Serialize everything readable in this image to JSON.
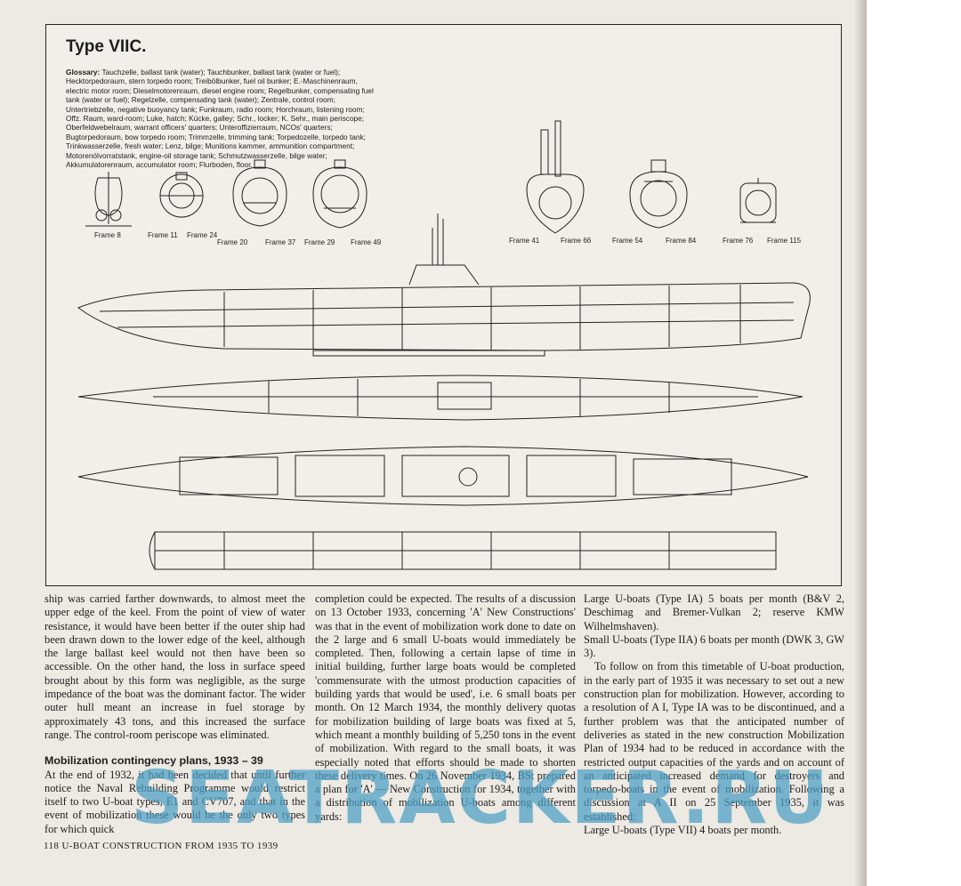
{
  "plate": {
    "title": "Type VIIC.",
    "glossary_label": "Glossary:",
    "glossary_text": "Tauchzelle, ballast tank (water); Tauchbunker, ballast tank (water or fuel); Hecktorpedoraum, stern torpedo room; Treibölbunker, fuel oil bunker; E.-Maschinenraum, electric motor room; Dieselmotorenraum, diesel engine room; Regelbunker, compensating fuel tank (water or fuel); Regelzelle, compensating tank (water); Zentrale, control room; Untertriebzelle, negative buoyancy tank; Funkraum, radio room; Horchraum, listening room; Offz. Raum, ward-room; Luke, hatch; Kücke, galley; Schr., locker; K. Sehr., main periscope; Oberfeldwebelraum, warrant officers' quarters; Unteroffizierraum, NCOs' quarters; Bugtorpedoraum, bow torpedo room; Trimmzelle, trimming tank; Torpedozelle, torpedo tank; Trinkwasserzelle, fresh water; Lenz, bilge; Munitions kammer, ammunition compartment; Motorenölvorratstank, engine-oil storage tank; Schmutzwasserzelle, bilge water; Akkumulatorenraum, accumulator room; Flurboden, floor.",
    "frames": [
      "Frame 8",
      "Frame 11",
      "Frame 24",
      "Frame 20",
      "Frame 37",
      "Frame 29",
      "Frame 49",
      "Frame 41",
      "Frame 66",
      "Frame 54",
      "Frame 84",
      "Frame 76",
      "Frame 115"
    ]
  },
  "columns": {
    "col1_p1": "ship was carried farther downwards, to almost meet the upper edge of the keel. From the point of view of water resistance, it would have been better if the outer ship had been drawn down to the lower edge of the keel, although the large ballast keel would not then have been so accessible. On the other hand, the loss in surface speed brought about by this form was negligible, as the surge impedance of the boat was the dominant factor. The wider outer hull meant an increase in fuel storage by approximately 43 tons, and this increased the surface range. The control-room periscope was eliminated.",
    "col1_heading": "Mobilization contingency plans, 1933 – 39",
    "col1_p2": "At the end of 1932, it had been decided that until further notice the Naval Rebuilding Programme would restrict itself to two U-boat types, E1 and CV707, and that in the event of mobilization these would be the only two types for which quick",
    "col2_p1": "completion could be expected. The results of a discussion on 13 October 1933, concerning 'A' New Constructions' was that in the event of mobilization work done to date on the 2 large and 6 small U-boats would immediately be completed. Then, following a certain lapse of time in initial building, further large boats would be completed 'commensurate with the utmost production capacities of building yards that would be used', i.e. 6 small boats per month. On 12 March 1934, the monthly delivery quotas for mobilization building of large boats was fixed at 5, which meant a monthly building of 5,250 tons in the event of mobilization. With regard to the small boats, it was especially noted that efforts should be made to shorten these delivery times. On 26 November 1934, BSt prepared a plan for 'A' — New Construction for 1934, together with a distribution of mobilization U-boats among different yards:",
    "col3_p1": "Large U-boats (Type IA) 5 boats per month (B&V 2, Deschimag and Bremer-Vulkan 2; reserve KMW Wilhelmshaven).",
    "col3_p2": "Small U-boats (Type IIA) 6 boats per month (DWK 3, GW 3).",
    "col3_p3": "To follow on from this timetable of U-boat production, in the early part of 1935 it was necessary to set out a new construction plan for mobilization. However, according to a resolution of A I, Type IA was to be discontinued, and a further problem was that the anticipated number of deliveries as stated in the new construction Mobilization Plan of 1934 had to be reduced in accordance with the restricted output capacities of the yards and on account of an anticipated increased demand for destroyers and torpedo-boats in the event of mobilization. Following a discussion at A II on 25 September 1935, it was established:",
    "col3_p4": "Large U-boats (Type VII) 4 boats per month."
  },
  "footer": "118    U-BOAT CONSTRUCTION FROM 1935 TO 1939",
  "watermark": "SEATRACKER.RU",
  "colors": {
    "paper": "#ede9e3",
    "ink": "#1e1e1e",
    "watermark": "#4a9ec4"
  }
}
